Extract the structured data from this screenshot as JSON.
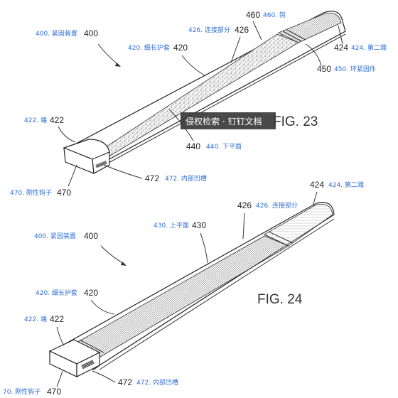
{
  "figures": [
    {
      "fig_label": "FIG. 23",
      "labels": {
        "l400": "400. 紧固装置",
        "n400": "400",
        "l426": "426. 连接部分",
        "n426": "426",
        "l460": "460. 钩",
        "n460": "460",
        "l420": "420. 细长护套",
        "n420": "420",
        "n424": "424",
        "l424": "424. 第二端",
        "n450": "450",
        "l450": "450. 环紧固件",
        "l422": "422. 端",
        "n422": "422",
        "n440": "440",
        "l440": "440. 下平面",
        "n472": "472",
        "l472": "472. 内部凹槽",
        "l470": "470. 刚性钩子",
        "n470": "470"
      }
    },
    {
      "fig_label": "FIG. 24",
      "labels": {
        "n424": "424",
        "l424": "424. 第二端",
        "n426": "426",
        "l426": "426. 连接部分",
        "l400": "400. 紧固装置",
        "n400": "400",
        "l430": "430. 上平面",
        "n430": "430",
        "l420": "420. 细长护套",
        "n420": "420",
        "l422": "422. 端",
        "n422": "422",
        "n472": "472",
        "l472": "472. 内部凹槽",
        "l470": "70. 刚性钩子",
        "n470": "470"
      }
    }
  ],
  "watermark": "侵权检索 · 钉钉文档",
  "colors": {
    "label_blue": "#2f6fd6",
    "line": "#222222",
    "watermark_bg": "#3a3a3a"
  }
}
